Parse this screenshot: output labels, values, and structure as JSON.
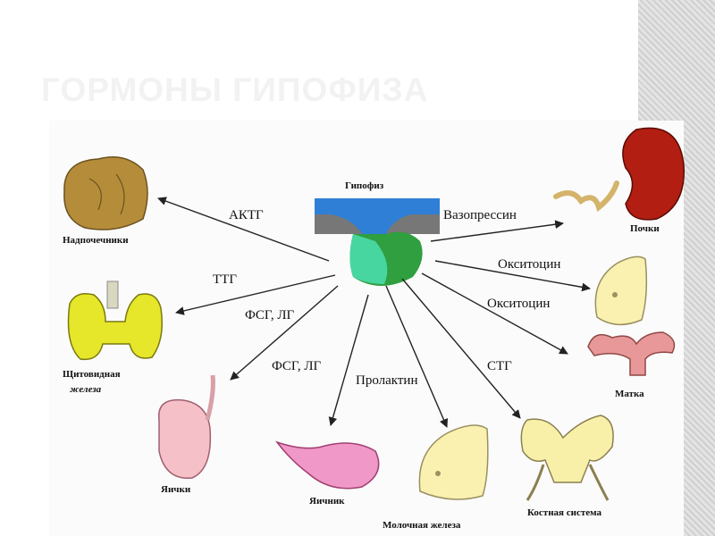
{
  "slide": {
    "title": "ГОРМОНЫ ГИПОФИЗА",
    "accent": "#f2f2f2"
  },
  "diagram": {
    "center": "Гипофиз",
    "organs": {
      "adrenal": "Надпочечники",
      "kidney": "Почки",
      "thyroid_1": "Щитовидная",
      "thyroid_2": "железа",
      "testes": "Яички",
      "ovary": "Яичник",
      "mammary": "Молочная железа",
      "skeleton": "Костная система",
      "uterus": "Матка"
    },
    "hormones": {
      "acth": "АКТГ",
      "vasopressin": "Вазопрессин",
      "tsh": "ТТГ",
      "oxytocin_1": "Окситоцин",
      "oxytocin_2": "Окситоцин",
      "fsh_lh_1": "ФСГ, ЛГ",
      "fsh_lh_2": "ФСГ, ЛГ",
      "prolactin": "Пролактин",
      "stg": "СТГ"
    }
  }
}
